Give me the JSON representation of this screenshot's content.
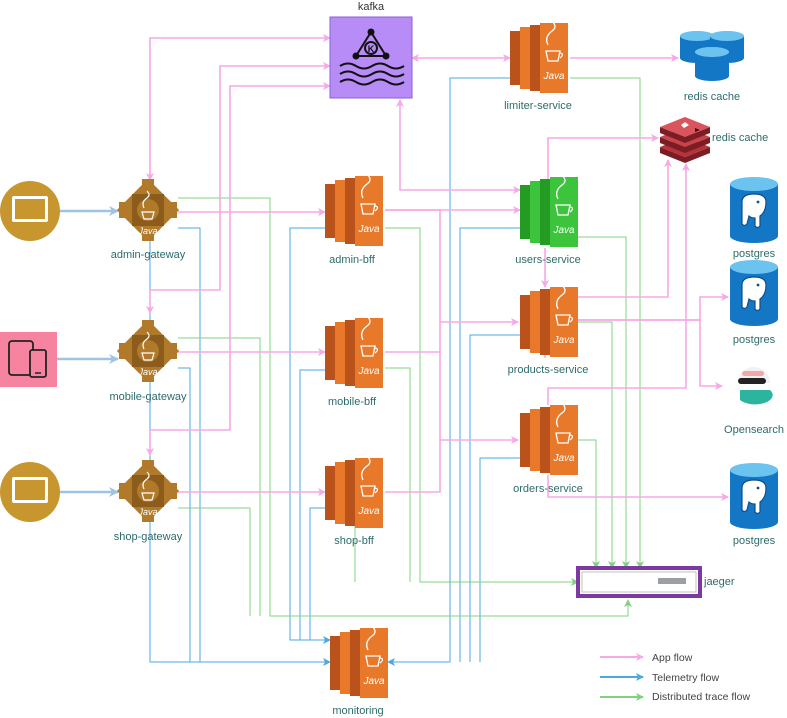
{
  "nodes": {
    "kafka": "kafka",
    "limiter_service": "limiter-service",
    "redis_cache_1": "redis cache",
    "redis_cache_2": "redis cache",
    "admin_gateway": "admin-gateway",
    "mobile_gateway": "mobile-gateway",
    "shop_gateway": "shop-gateway",
    "admin_bff": "admin-bff",
    "mobile_bff": "mobile-bff",
    "shop_bff": "shop-bff",
    "users_service": "users-service",
    "products_service": "products-service",
    "orders_service": "orders-service",
    "postgres_1": "postgres",
    "postgres_2": "postgres",
    "postgres_3": "postgres",
    "opensearch": "Opensearch",
    "jaeger": "jaeger",
    "monitoring": "monitoring",
    "java_text": "Java"
  },
  "legend": {
    "app_flow": "App flow",
    "telemetry_flow": "Telemetry flow",
    "trace_flow": "Distributed trace flow"
  },
  "colors": {
    "app_flow": "#f7a8e6",
    "telemetry_flow": "#4aa9e0",
    "trace_flow": "#7fd37f",
    "java_orange": "#e8782a",
    "java_dark": "#b9521b",
    "users_green": "#3dc43d",
    "gateway_brown": "#b07a2a",
    "kafka_purple": "#b88cf7",
    "redis_red": "#b8323a",
    "postgres_blue": "#1477c6",
    "client_gold": "#c8962e",
    "mobile_pink": "#f6839f",
    "jaeger_purple": "#7c3aa0"
  }
}
